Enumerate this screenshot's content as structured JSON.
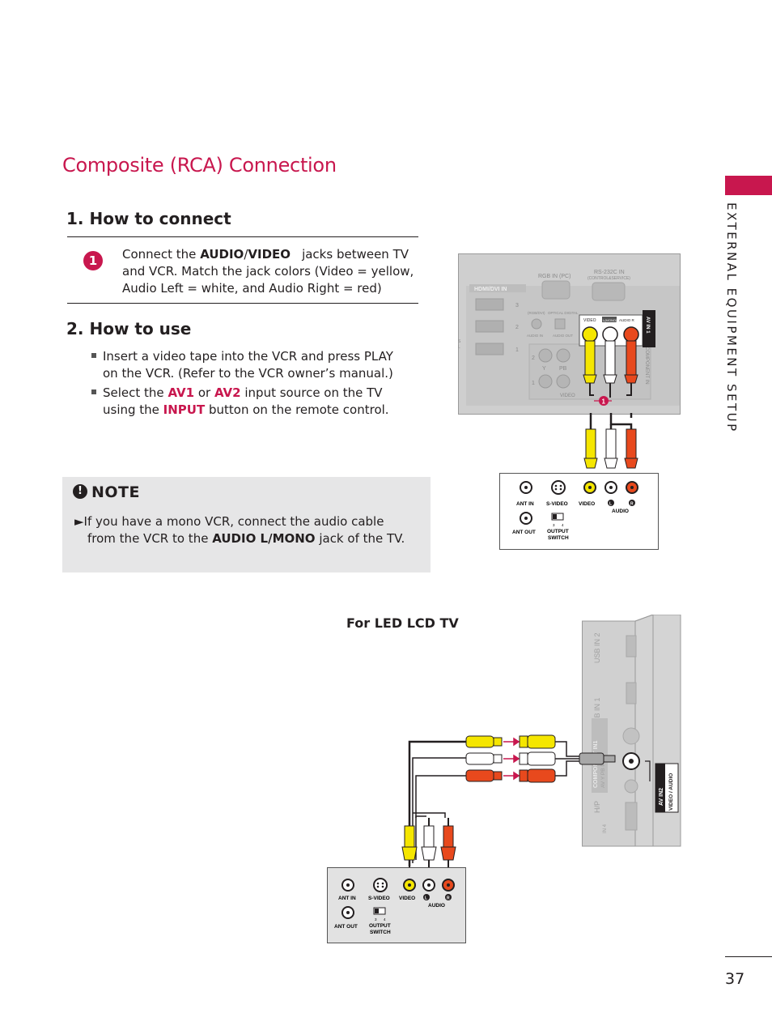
{
  "page": {
    "title": "Composite (RCA) Connection",
    "section1_heading": "1. How to connect",
    "section2_heading": "2. How to use",
    "step_number": "1",
    "connect_text_1": "Connect the ",
    "connect_audio": "AUDIO",
    "connect_slash": "/",
    "connect_video": "VIDEO",
    "connect_text_2": " jacks between TV",
    "connect_line2": "and VCR. Match the jack colors (Video = yellow,",
    "connect_line3": "Audio Left = white, and Audio Right = red)",
    "use_bullet1_line1": "Insert a video tape into the VCR and press PLAY",
    "use_bullet1_line2": "on the VCR. (Refer to the VCR owner’s manual.)",
    "use_bullet2_pre": "Select the ",
    "use_bullet2_av1": "AV1",
    "use_bullet2_or": " or ",
    "use_bullet2_av2": "AV2",
    "use_bullet2_post": " input source on the TV",
    "use_bullet2_line2_pre": "using the ",
    "use_bullet2_input": "INPUT",
    "use_bullet2_line2_post": " button on the remote control.",
    "note_title": "NOTE",
    "note_icon": "!",
    "note_line1": "►If you have a mono VCR, connect the audio cable",
    "note_line2_pre": "from the VCR to the ",
    "note_line2_bold": "AUDIO L/MONO",
    "note_line2_post": " jack of the TV.",
    "side_label": "EXTERNAL EQUIPMENT SETUP",
    "led_label": "For LED LCD TV",
    "page_number": "37"
  },
  "diagram_top": {
    "rgb_in": "RGB IN (PC)",
    "rs232": "RS-232C IN",
    "rs232_sub": "(CONTROL&SERVICE)",
    "hdmi_label": "HDMI/DVI IN",
    "hdmi_ports": [
      "3",
      "2",
      "1"
    ],
    "audio_in_label": "(RGB/DVI)",
    "optical_label": "OPTICAL DIGITAL",
    "audio_in": "AUDIO IN",
    "audio_out": "AUDIO OUT",
    "av_in1": "AV IN 1",
    "video": "VIDEO",
    "audio_l": "L(MONO)",
    "audio_r": "AUDIO R",
    "component_in": "COMPONENT IN",
    "comp_numbers": [
      "2",
      "1"
    ],
    "comp_y": "Y",
    "comp_pb": "PB",
    "comp_video": "VIDEO",
    "callout": "1"
  },
  "vcr": {
    "ant_in": "ANT IN",
    "s_video": "S-VIDEO",
    "video": "VIDEO",
    "audio": "AUDIO",
    "l": "L",
    "r": "R",
    "ant_out": "ANT OUT",
    "output_switch_1": "OUTPUT",
    "output_switch_2": "SWITCH",
    "switch_3": "3",
    "switch_4": "4"
  },
  "diagram_led": {
    "usb2": "USB IN 2",
    "usb1": "USB IN 1",
    "component_in1": "COMPONENT IN1",
    "comp_sub": "AV  Y  PB  PR",
    "hp": "H/P",
    "hdmi_in4": "IN 4",
    "av_in2": "AV IN2",
    "video_audio": "VIDEO / AUDIO"
  },
  "colors": {
    "accent": "#c8174e",
    "yellow_plug": "#f5e600",
    "red_plug": "#e8491d",
    "panel_gray": "#c8c8c8",
    "note_bg": "#e6e6e7"
  }
}
